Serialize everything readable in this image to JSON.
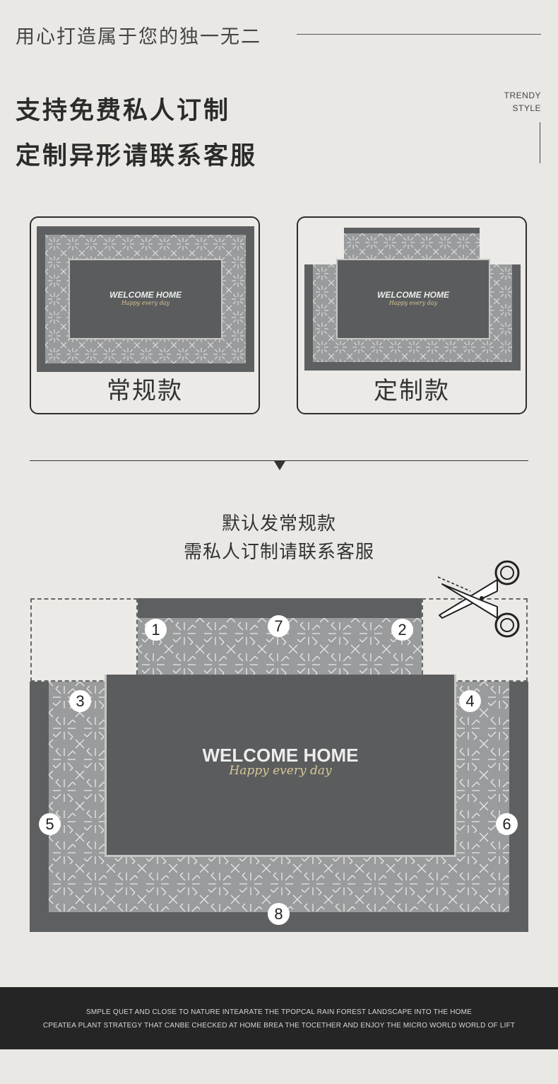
{
  "header": {
    "slogan": "用心打造属于您的独一无二",
    "headline_line1": "支持免费私人订制",
    "headline_line2": "定制异形请联系客服",
    "side_tag_line1": "TRENDY",
    "side_tag_line2": "STYLE"
  },
  "cards": [
    {
      "label": "常规款",
      "mat_title": "WELCOME HOME",
      "mat_script": "Happy every day"
    },
    {
      "label": "定制款",
      "mat_title": "WELCOME HOME",
      "mat_script": "Happy every day"
    }
  ],
  "note": {
    "line1": "默认发常规款",
    "line2": "需私人订制请联系客服"
  },
  "diagram": {
    "mat_title": "WELCOME HOME",
    "mat_script": "Happy every day",
    "numbers": [
      "1",
      "2",
      "3",
      "4",
      "5",
      "6",
      "7",
      "8"
    ],
    "tool_icon": "scissors-icon"
  },
  "footer": {
    "line1": "SMPLE QUET AND CLOSE TO NATURE INTEARATE THE TPOPCAL RAIN FOREST LANDSCAPE INTO THE HOME",
    "line2": "CPEATEA PLANT STRATEGY THAT CANBE CHECKED AT HOME BREA THE TOCETHER AND ENJOY THE MICRO WORLD WORLD OF LIFT"
  },
  "colors": {
    "background": "#e9e8e4",
    "mat_dark": "#5e5f60",
    "mat_pattern": "#9a9b9c",
    "footer": "#252525"
  }
}
